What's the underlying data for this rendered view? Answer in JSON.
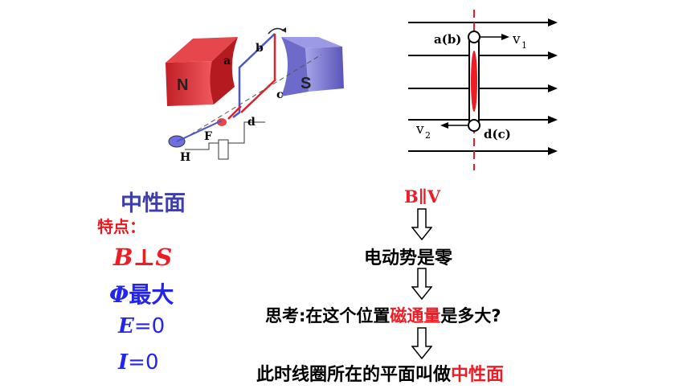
{
  "left_diagram": {
    "magnet_n_label": "N",
    "magnet_s_label": "S",
    "point_a": "a",
    "point_b": "b",
    "point_c": "c",
    "point_d": "d",
    "point_f": "F",
    "point_h": "H"
  },
  "right_diagram": {
    "label_ab": "a(b)",
    "label_dc": "d(c)",
    "label_v1": "v",
    "label_v1_sub": "1",
    "label_v2": "v",
    "label_v2_sub": "2"
  },
  "left_panel": {
    "title": "中性面",
    "features_label": "特点：",
    "b_perp_s": "B⊥S",
    "phi_symbol": "Φ",
    "phi_text": "最大",
    "e_symbol": "E",
    "e_value": "=0",
    "i_symbol": "I",
    "i_value": "=0"
  },
  "flow": {
    "b_parallel_v": "B∥V",
    "emf_zero": "电动势是零",
    "think_prefix": "思考:在这个位置",
    "think_highlight": "磁通量",
    "think_suffix": "是多大?",
    "conclusion_prefix": "此时线圈所在的平面叫做",
    "conclusion_highlight": "中性面"
  },
  "colors": {
    "title_blue": "#3d3dae",
    "emphasis_red": "#ee1c24",
    "symbol_blue": "#2424f0",
    "magnet_n": "#d8252b",
    "magnet_s": "#7b78d3"
  }
}
